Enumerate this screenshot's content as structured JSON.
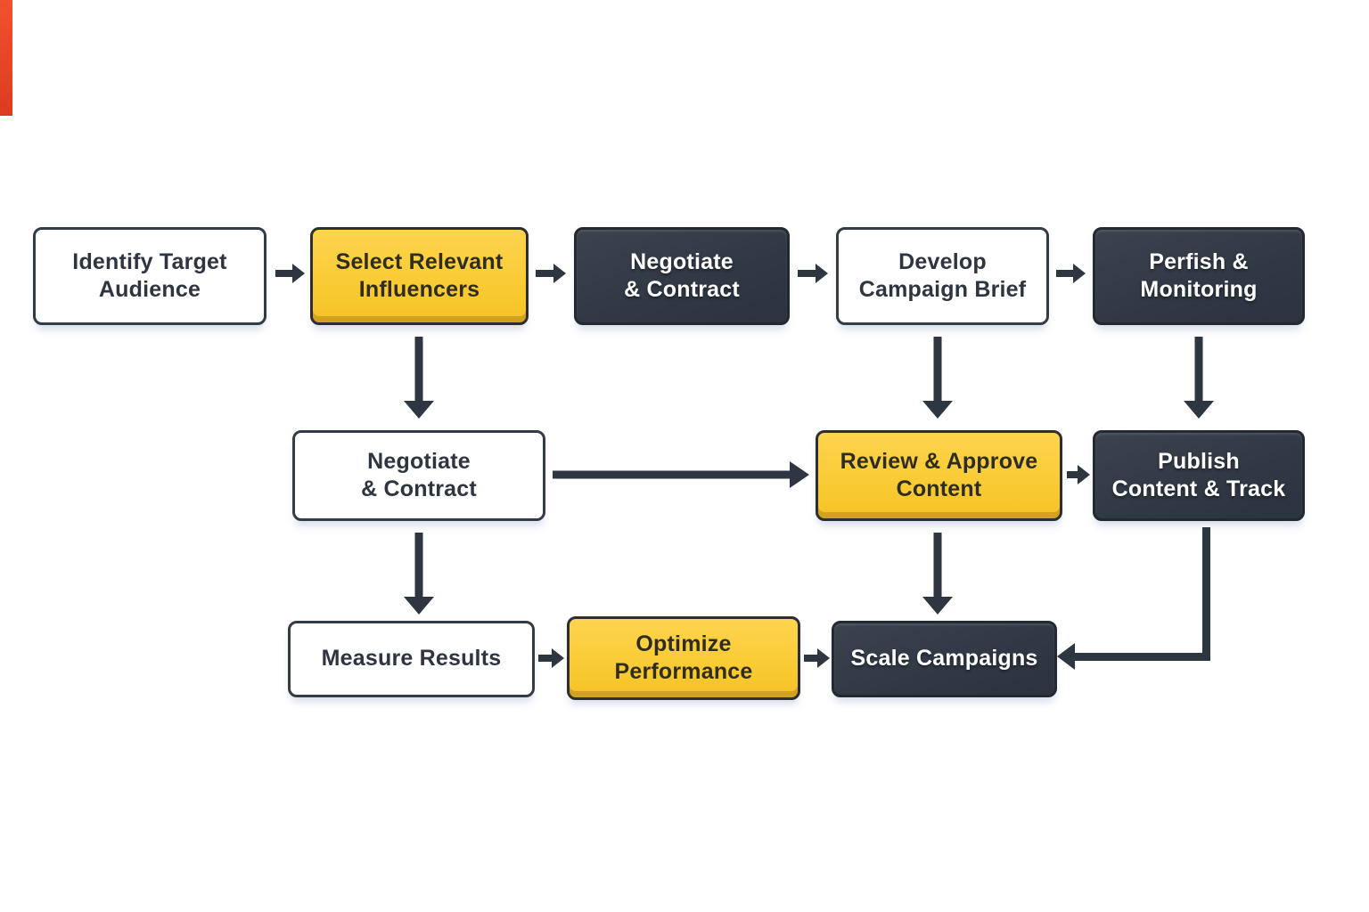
{
  "diagram": {
    "type": "flowchart",
    "background": "#FFFFFF",
    "nodes": [
      {
        "id": "identify-target-audience",
        "label": "Identify Target\nAudience",
        "variant": "white",
        "row": 1
      },
      {
        "id": "select-relevant-influencers",
        "label": "Select Relevant\nInfluencers",
        "variant": "yellow",
        "row": 1
      },
      {
        "id": "negotiate-contract-top",
        "label": "Negotiate\n& Contract",
        "variant": "dark",
        "row": 1
      },
      {
        "id": "develop-campaign-brief",
        "label": "Develop\nCampaign Brief",
        "variant": "white",
        "row": 1
      },
      {
        "id": "perfish-monitoring",
        "label": "Perfish &\nMonitoring",
        "variant": "dark",
        "row": 1
      },
      {
        "id": "negotiate-contract-mid",
        "label": "Negotiate\n& Contract",
        "variant": "white",
        "row": 2
      },
      {
        "id": "review-approve-content",
        "label": "Review & Approve\nContent",
        "variant": "yellow",
        "row": 2
      },
      {
        "id": "publish-content-track",
        "label": "Publish\nContent & Track",
        "variant": "dark",
        "row": 2
      },
      {
        "id": "measure-results",
        "label": "Measure Results",
        "variant": "white",
        "row": 3
      },
      {
        "id": "optimize-performance",
        "label": "Optimize\nPerformance",
        "variant": "yellow",
        "row": 3
      },
      {
        "id": "scale-campaigns",
        "label": "Scale Campaigns",
        "variant": "dark",
        "row": 3
      }
    ],
    "edges": [
      {
        "from": "identify-target-audience",
        "to": "select-relevant-influencers",
        "direction": "right"
      },
      {
        "from": "select-relevant-influencers",
        "to": "negotiate-contract-top",
        "direction": "right"
      },
      {
        "from": "negotiate-contract-top",
        "to": "develop-campaign-brief",
        "direction": "right"
      },
      {
        "from": "develop-campaign-brief",
        "to": "perfish-monitoring",
        "direction": "right"
      },
      {
        "from": "select-relevant-influencers",
        "to": "negotiate-contract-mid",
        "direction": "down"
      },
      {
        "from": "develop-campaign-brief",
        "to": "review-approve-content",
        "direction": "down"
      },
      {
        "from": "perfish-monitoring",
        "to": "publish-content-track",
        "direction": "down"
      },
      {
        "from": "negotiate-contract-mid",
        "to": "review-approve-content",
        "direction": "right"
      },
      {
        "from": "review-approve-content",
        "to": "publish-content-track",
        "direction": "right"
      },
      {
        "from": "negotiate-contract-mid",
        "to": "measure-results",
        "direction": "down"
      },
      {
        "from": "review-approve-content",
        "to": "scale-campaigns",
        "direction": "down"
      },
      {
        "from": "publish-content-track",
        "to": "scale-campaigns",
        "direction": "down-left-elbow"
      },
      {
        "from": "measure-results",
        "to": "optimize-performance",
        "direction": "right"
      },
      {
        "from": "optimize-performance",
        "to": "scale-campaigns",
        "direction": "right"
      }
    ],
    "colors": {
      "node_white_bg": "#FFFFFF",
      "node_yellow_bg": "#F8C92E",
      "node_dark_bg": "#333B47",
      "node_border_dark": "#272C35",
      "arrow": "#2E3642",
      "text_dark": "#2E3440",
      "text_light": "#FFFFFF",
      "red_marker": "#E8402A"
    }
  }
}
